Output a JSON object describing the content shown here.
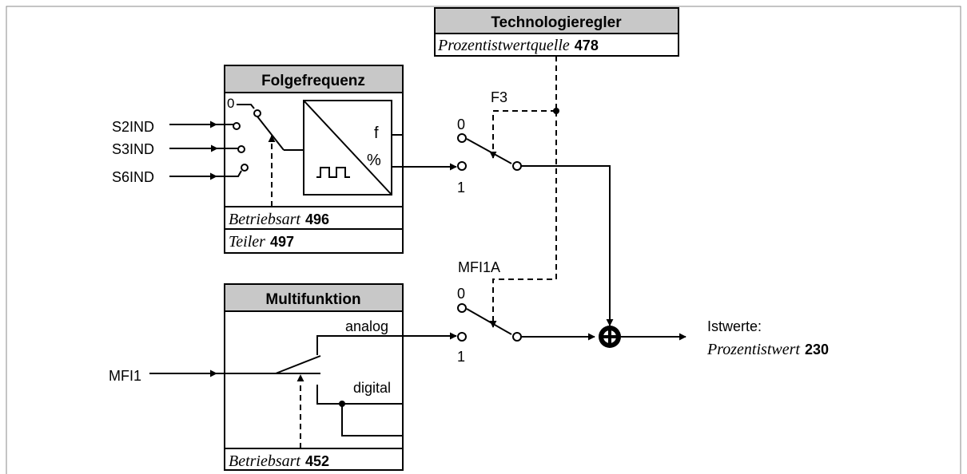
{
  "technologieregler": {
    "title": "Technologieregler",
    "param_name": "Prozentistwertquelle",
    "param_number": "478"
  },
  "folgefrequenz": {
    "title": "Folgefrequenz",
    "switch_zero": "0",
    "converter_f": "f",
    "converter_percent": "%",
    "param1_name": "Betriebsart",
    "param1_number": "496",
    "param2_name": "Teiler",
    "param2_number": "497"
  },
  "inputs": [
    "S2IND",
    "S3IND",
    "S6IND"
  ],
  "switch_f3": {
    "label": "F3",
    "pos0": "0",
    "pos1": "1"
  },
  "switch_mfi1a": {
    "label": "MFI1A",
    "pos0": "0",
    "pos1": "1"
  },
  "multifunktion": {
    "title": "Multifunktion",
    "input": "MFI1",
    "analog": "analog",
    "digital": "digital",
    "param_name": "Betriebsart",
    "param_number": "452"
  },
  "output": {
    "label": "Istwerte:",
    "param_name": "Prozentistwert",
    "param_number": "230"
  }
}
